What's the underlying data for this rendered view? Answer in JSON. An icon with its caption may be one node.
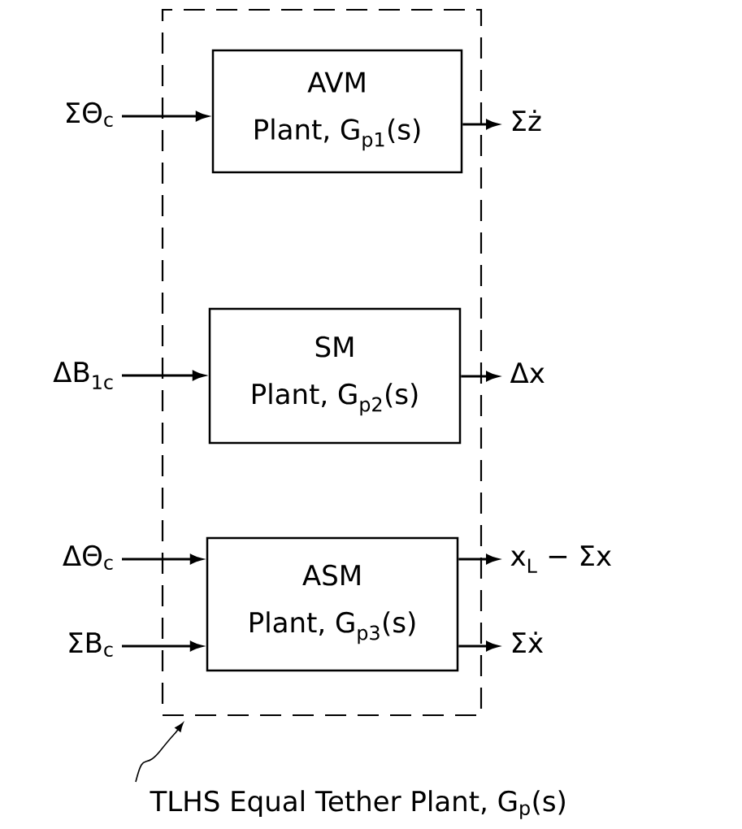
{
  "diagram": {
    "nodes": [
      {
        "text": [],
        "shape": "box"
      },
      {
        "text": [
          "AVM",
          "Plant, G$_{p1}$(s)"
        ],
        "in": 0
      },
      {
        "text": [
          "SM",
          "Plant, G$_{p2}$(s)"
        ],
        "in": 0
      },
      {
        "text": [
          "ASM",
          "Plant, G$_{p3}$(s)"
        ],
        "in": 0
      },
      {
        "text": [
          "ΣΘ$_{c}$"
        ]
      },
      {
        "text": [
          "Σż"
        ]
      },
      {
        "text": [
          "ΔB$_{1c}$"
        ]
      },
      {
        "text": [
          "Δx"
        ]
      },
      {
        "text": [
          "ΔΘ$_{c}$"
        ]
      },
      {
        "text": [
          "ΣB$_{c}$"
        ]
      },
      {
        "text": [
          "x$_{L}$ − Σx"
        ]
      },
      {
        "text": [
          "Σẋ"
        ]
      },
      {
        "text": [
          "TLHS Equal Tether Plant, G$_{p}$(s)"
        ]
      }
    ],
    "edges": [
      {
        "from": 4,
        "to": 1,
        "arrow": "to"
      },
      {
        "from": 1,
        "to": 5,
        "arrow": "to"
      },
      {
        "from": 6,
        "to": 2,
        "arrow": "to"
      },
      {
        "from": 2,
        "to": 7,
        "arrow": "to"
      },
      {
        "from": 8,
        "to": 3,
        "arrow": "to"
      },
      {
        "from": 9,
        "to": 3,
        "arrow": "to"
      },
      {
        "from": 3,
        "to": 10,
        "arrow": "to"
      },
      {
        "from": 3,
        "to": 11,
        "arrow": "to"
      },
      {
        "from": 12,
        "to": 0,
        "arrow": "to"
      }
    ]
  }
}
